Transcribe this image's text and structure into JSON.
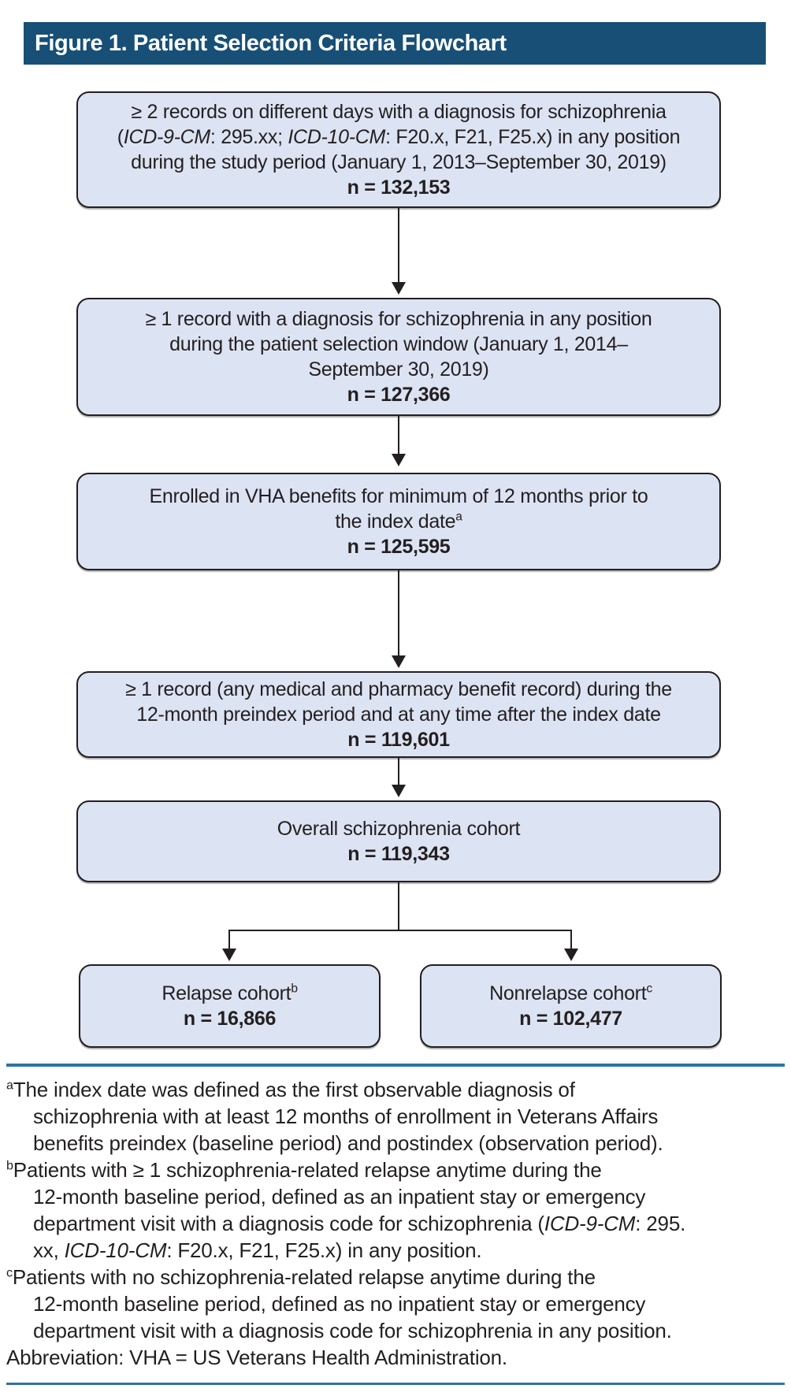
{
  "title": "Figure 1. Patient Selection Criteria Flowchart",
  "colors": {
    "header_bg": "#174F76",
    "box_fill": "#DCE3F2",
    "box_border": "#231F20",
    "rule_blue": "#2C74A4",
    "text": "#231F20"
  },
  "flowchart": {
    "boxes": [
      {
        "segments": [
          {
            "t": "≥ 2 records on different days with a diagnosis for schizophrenia\n("
          },
          {
            "t": "ICD-9-CM",
            "i": true
          },
          {
            "t": ": 295.xx; "
          },
          {
            "t": "ICD-10-CM",
            "i": true
          },
          {
            "t": ": F20.x, F21, F25.x) in any position\nduring the study period (January 1, 2013–September 30, 2019)"
          }
        ],
        "n": "n = 132,153"
      },
      {
        "segments": [
          {
            "t": "≥ 1 record with a diagnosis for schizophrenia in any position\nduring the patient selection window (January 1, 2014–\nSeptember 30, 2019)"
          }
        ],
        "n": "n = 127,366"
      },
      {
        "segments": [
          {
            "t": "Enrolled in VHA benefits for minimum of 12 months prior to\nthe index date"
          },
          {
            "t": "a",
            "sup": true
          }
        ],
        "n": "n = 125,595"
      },
      {
        "segments": [
          {
            "t": "≥ 1 record (any medical and pharmacy benefit record) during the\n12-month preindex period and at any time after the index date"
          }
        ],
        "n": "n = 119,601"
      },
      {
        "segments": [
          {
            "t": "Overall schizophrenia cohort"
          }
        ],
        "n": "n = 119,343"
      }
    ],
    "branches": [
      {
        "segments": [
          {
            "t": "Relapse cohort"
          },
          {
            "t": "b",
            "sup": true
          }
        ],
        "n": "n = 16,866"
      },
      {
        "segments": [
          {
            "t": "Nonrelapse cohort"
          },
          {
            "t": "c",
            "sup": true
          }
        ],
        "n": "n = 102,477"
      }
    ]
  },
  "footnotes": [
    {
      "segments": [
        {
          "t": "a",
          "sup": true
        },
        {
          "t": "The index date was defined as the first observable diagnosis of\nschizophrenia with at least 12 months of enrollment in Veterans Affairs\nbenefits preindex (baseline period) and postindex (observation period)."
        }
      ]
    },
    {
      "segments": [
        {
          "t": "b",
          "sup": true
        },
        {
          "t": "Patients with ≥ 1 schizophrenia-related relapse anytime during the\n12-month baseline period, defined as an inpatient stay or emergency\ndepartment visit with a diagnosis code for schizophrenia ("
        },
        {
          "t": "ICD-9-CM",
          "i": true
        },
        {
          "t": ": 295.\nxx, "
        },
        {
          "t": "ICD-10-CM",
          "i": true
        },
        {
          "t": ": F20.x, F21, F25.x) in any position."
        }
      ]
    },
    {
      "segments": [
        {
          "t": "c",
          "sup": true
        },
        {
          "t": "Patients with no schizophrenia-related relapse anytime during the\n12-month baseline period, defined as no inpatient stay or emergency\ndepartment visit with a diagnosis code for schizophrenia in any position."
        }
      ]
    }
  ],
  "abbreviation": "Abbreviation: VHA = US Veterans Health Administration."
}
